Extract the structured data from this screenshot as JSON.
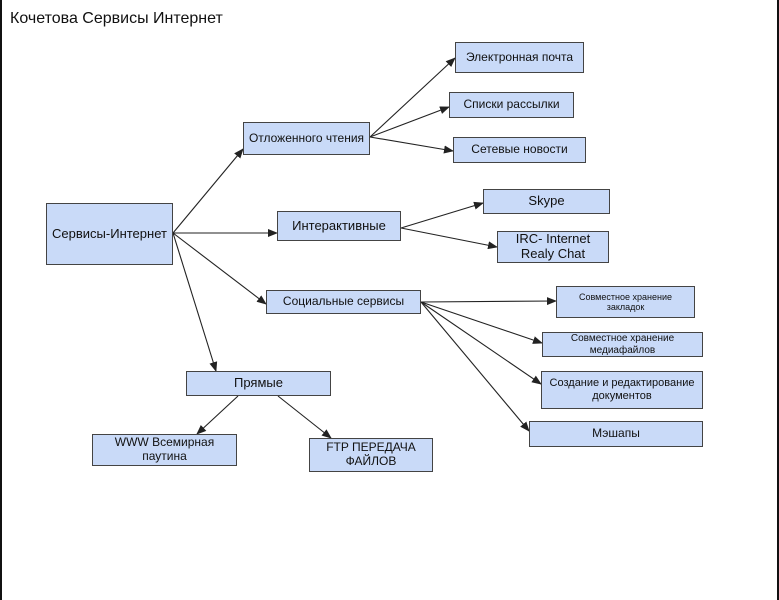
{
  "title": "Кочетова  Сервисы Интернет",
  "nodes": {
    "root": "Сервисы-Интернет",
    "deferred": "Отложенного чтения",
    "email": "Электронная почта",
    "mailing_lists": "Списки рассылки",
    "network_news": "Сетевые новости",
    "interactive": "Интерактивные",
    "skype": "Skype",
    "irc": "IRC- Internet Realy Chat",
    "social": "Социальные сервисы",
    "bookmarks": "Совместное хранение закладок",
    "media": "Совместное хранение медиафайлов",
    "docs": "Создание и редактирование документов",
    "mashups": "Мэшапы",
    "direct": "Прямые",
    "www": "WWW Всемирная паутина",
    "ftp": "FTP ПЕРЕДАЧА ФАЙЛОВ"
  },
  "colors": {
    "node_fill": "#c9daf8",
    "node_border": "#444444",
    "arrow": "#222222"
  }
}
